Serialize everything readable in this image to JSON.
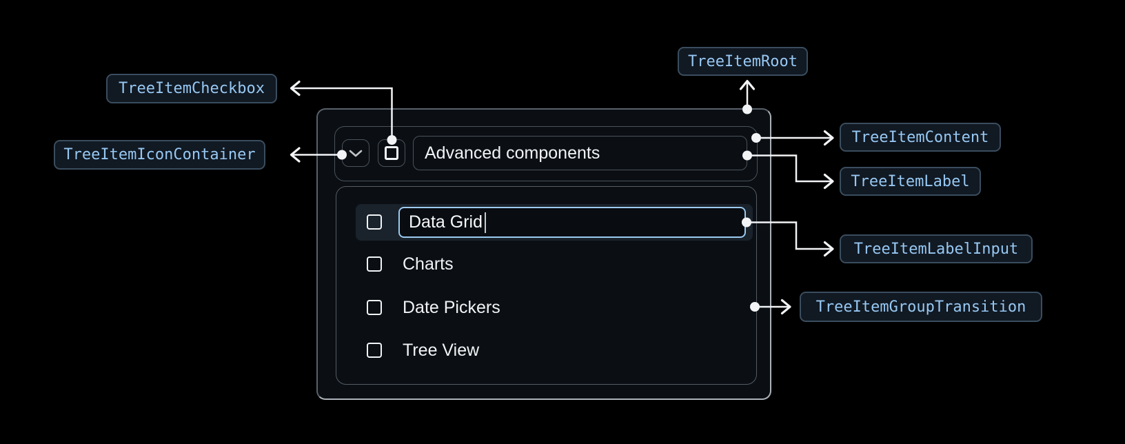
{
  "diagram": {
    "annotations": {
      "root": "TreeItemRoot",
      "checkbox": "TreeItemCheckbox",
      "icon_container": "TreeItemIconContainer",
      "content": "TreeItemContent",
      "label": "TreeItemLabel",
      "label_input": "TreeItemLabelInput",
      "group_transition": "TreeItemGroupTransition"
    }
  },
  "tree": {
    "parent_item": {
      "label": "Advanced components"
    },
    "editing_item": {
      "value": "Data Grid"
    },
    "child_items": [
      {
        "label": "Charts"
      },
      {
        "label": "Date Pickers"
      },
      {
        "label": "Tree View"
      }
    ]
  },
  "icons": {
    "expand": "chevron-down-icon",
    "checkbox": "checkbox-unchecked-icon"
  },
  "colors": {
    "page_background": "#000000",
    "surface": "#0B0F14",
    "accent_blue": "#99CCF3",
    "badge_background": "#111923",
    "badge_border": "#3A4D5E",
    "badge_text": "#97C8F2",
    "box_border": "#4A525B",
    "root_border_light": "#ACB3B9",
    "selected_row_background": "#1A222B",
    "input_border": "#9CCBF1",
    "text": "#F1F3F5",
    "connector": "#F2F4F6"
  }
}
